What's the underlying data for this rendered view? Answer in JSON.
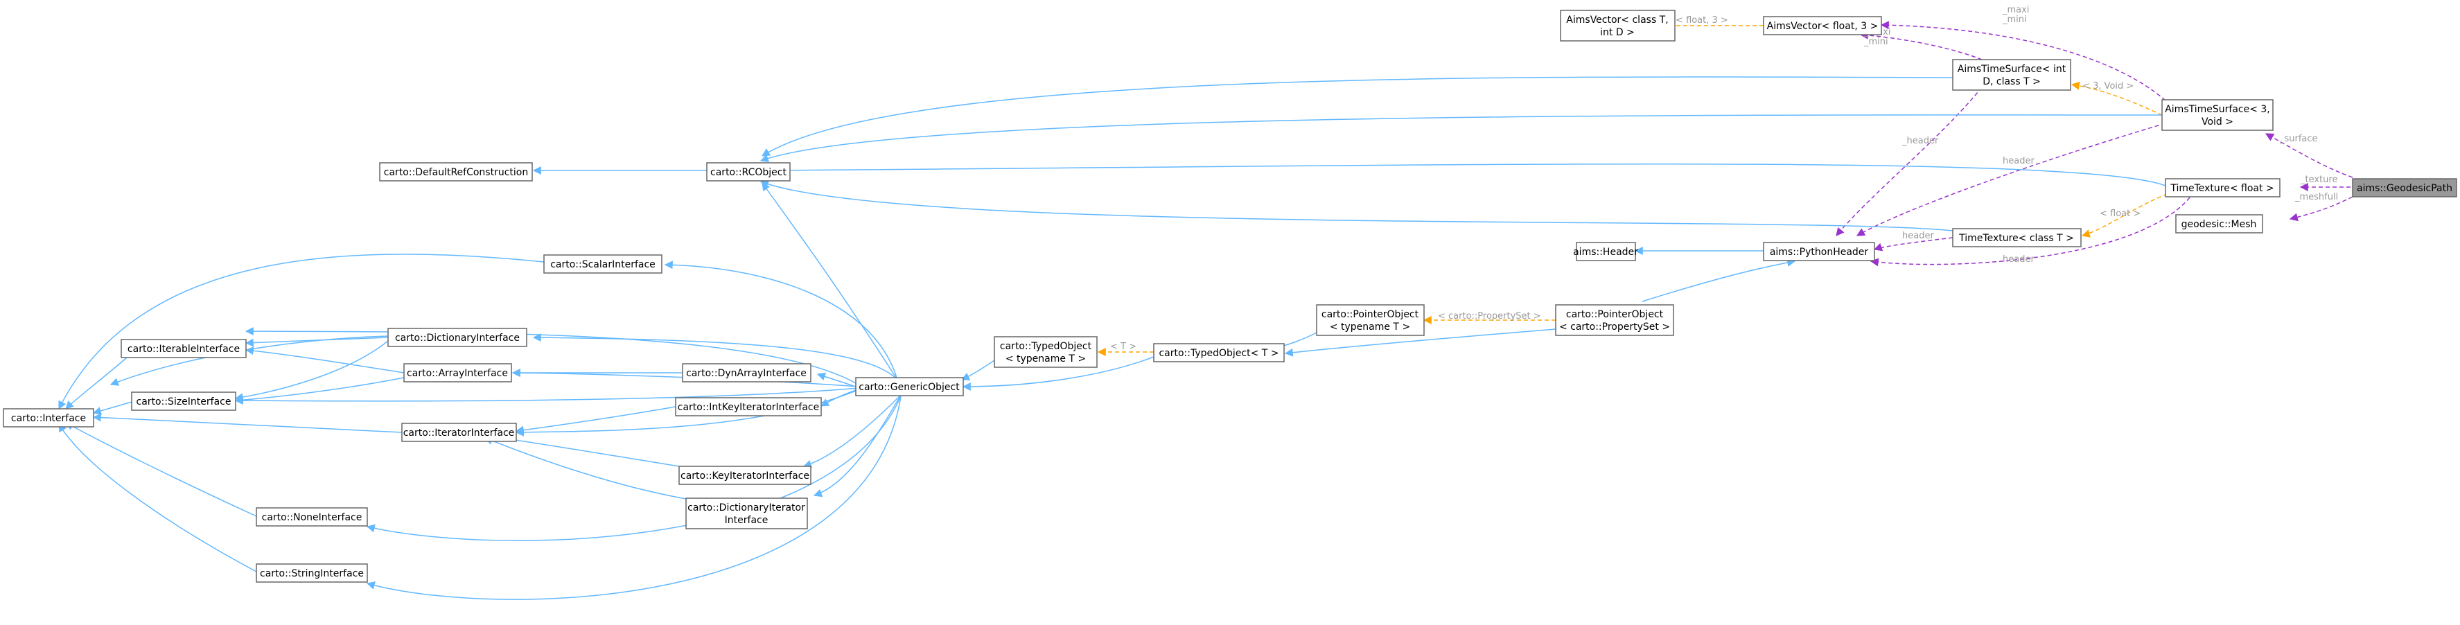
{
  "nodes": {
    "geodesic_path": "aims::GeodesicPath",
    "aims_time_surface_3": "AimsTimeSurface< 3, Void >",
    "time_texture_float": "TimeTexture< float >",
    "geodesic_mesh": "geodesic::Mesh",
    "aims_vector_float3": "AimsVector< float, 3 >",
    "aims_vector_T_D": "AimsVector< class T, int D >",
    "aims_time_surface_D": "AimsTimeSurface< int D, class T >",
    "rc_object": "carto::RCObject",
    "default_ref_construction": "carto::DefaultRefConstruction",
    "time_texture_T": "TimeTexture< class T >",
    "python_header": "aims::PythonHeader",
    "aims_header": "aims::Header",
    "pointer_object_propertyset": "carto::PointerObject < carto::PropertySet >",
    "pointer_object_T": "carto::PointerObject < typename T >",
    "typed_object_T": "carto::TypedObject< T >",
    "typed_object_typename": "carto::TypedObject < typename T >",
    "generic_object": "carto::GenericObject",
    "scalar_interface": "carto::ScalarInterface",
    "dictionary_interface": "carto::DictionaryInterface",
    "array_interface": "carto::ArrayInterface",
    "dyn_array_interface": "carto::DynArrayInterface",
    "iterable_interface": "carto::IterableInterface",
    "size_interface": "carto::SizeInterface",
    "interface": "carto::Interface",
    "iterator_interface": "carto::IteratorInterface",
    "int_key_iterator_interface": "carto::IntKeyIteratorInterface",
    "key_iterator_interface": "carto::KeyIteratorInterface",
    "dictionary_iterator_interface": "carto::DictionaryIterator Interface",
    "none_interface": "carto::NoneInterface",
    "string_interface": "carto::StringInterface"
  },
  "edge_labels": {
    "surface": "_surface",
    "texture": "_texture",
    "meshfull": "_meshfull",
    "header_1": "_header",
    "header_2": "header",
    "header_3": "header",
    "header_4": "header",
    "maxi_mini_1": "_maxi\n_mini",
    "maxi_mini_2": "_maxi\n_mini",
    "float_3": "< float, 3 >",
    "three_void": "< 3, Void >",
    "float_tpl": "< float >",
    "propertyset_tpl": "< carto::PropertySet >",
    "T_tpl": "< T >"
  },
  "colors": {
    "inheritance": "#63b8ff",
    "template": "#ffa500",
    "usage": "#9a32cd",
    "highlight": "#999999"
  }
}
